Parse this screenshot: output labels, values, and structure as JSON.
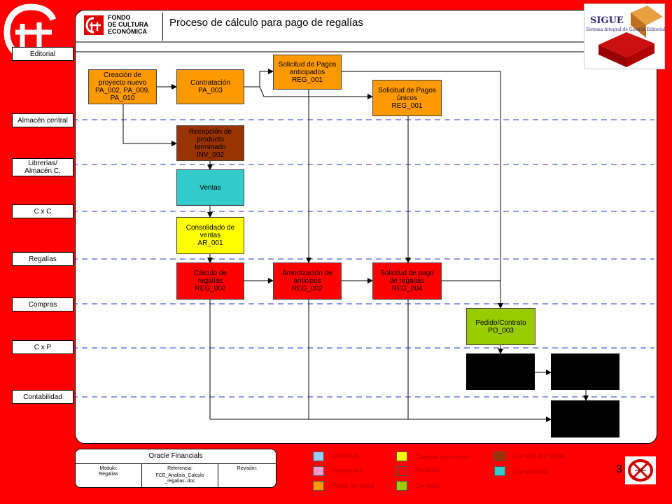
{
  "header": {
    "brand_line1": "FONDO",
    "brand_line2": "DE CULTURA",
    "brand_line3": "ECONÓMICA",
    "title": "Proceso de cálculo para pago de regalías"
  },
  "sigue": {
    "name": "SIGUE",
    "subtitle": "Sistema Integral de Gestión Editorial"
  },
  "lanes": [
    {
      "label": "Editorial"
    },
    {
      "label": "Almacén central"
    },
    {
      "label": "Librerías/\nAlmacén  C."
    },
    {
      "label": "C x C"
    },
    {
      "label": "Regalías"
    },
    {
      "label": "Compras"
    },
    {
      "label": "C x P"
    },
    {
      "label": "Contabilidad"
    }
  ],
  "boxes": {
    "creacion": "Creación de\nproyecto nuevo\nPA_002, PA_009,\nPA_010",
    "contratacion": "Contratación\nPA_003",
    "sol_anticipados": "Solicitud de Pagos\nanticipados\nREG_001",
    "sol_unicos": "Solicitud de Pagos\núnicos\nREG_001",
    "recepcion": "Recepción de\nproducto\nterminado\nINV_002",
    "ventas": "Ventas",
    "consolidado": "Consolidado de\nventas\nAR_001",
    "calculo": "Cálculo de\nregalías\nREG_002",
    "amortizacion": "Amortización de\nanticipos\nREG_002",
    "sol_pago": "Solicitud de pago\nde regalías\nREG_004",
    "pedido": "Pedido/Contrato\nPO_003"
  },
  "footer": {
    "system": "Oracle Financials",
    "modulo_label": "Modulo:",
    "modulo_value": "Regalías",
    "referencia_label": "Referencia:",
    "referencia_value": "FCE_Analisis_Calculo\n_regalias. doc",
    "revision_label": "Revisión:"
  },
  "legend": [
    {
      "label": "Contratos",
      "color": "#99ccff"
    },
    {
      "label": "Inventarios",
      "color": "#ff99cc"
    },
    {
      "label": "Punto de venta",
      "color": "#ff9900"
    },
    {
      "label": "Cuentas por cobrar",
      "color": "#ffff00"
    },
    {
      "label": "Regalías",
      "color": "#ff0000"
    },
    {
      "label": "Compras",
      "color": "#99cc00"
    },
    {
      "label": "Cuentas por pagar",
      "color": "#993300"
    },
    {
      "label": "Contabilidad",
      "color": "#33cccc"
    }
  ],
  "page_number": "3"
}
